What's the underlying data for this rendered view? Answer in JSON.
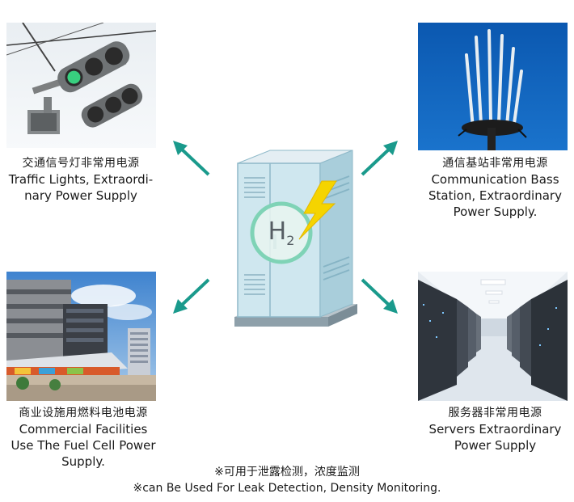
{
  "center": {
    "symbol": "H",
    "subscript": "2"
  },
  "applications": [
    {
      "id": "traffic",
      "cn": "交通信号灯非常用电源",
      "en_lines": [
        "Traffic Lights, Extraordi-",
        "nary Power Supply"
      ]
    },
    {
      "id": "telecom",
      "cn": "通信基站非常用电源",
      "en_lines": [
        "Communication Bass",
        "Station, Extraordinary",
        "Power Supply."
      ]
    },
    {
      "id": "commercial",
      "cn": "商业设施用燃料电池电源",
      "en_lines": [
        "Commercial Facilities",
        "Use The Fuel Cell Power",
        "Supply."
      ]
    },
    {
      "id": "servers",
      "cn": "服务器非常用电源",
      "en_lines": [
        "Servers Extraordinary",
        "Power Supply"
      ]
    }
  ],
  "footnote": {
    "cn": "※可用于泄露检测，浓度监测",
    "en": "※can Be Used For Leak Detection, Density Monitoring."
  },
  "colors": {
    "arrow": "#1a9a8c",
    "cabinet_light": "#cfe7ef",
    "cabinet_dark": "#8fb9c9",
    "ring": "#7fd3b6",
    "bolt": "#f5d400",
    "sky_blue": "#0f5fb4"
  }
}
